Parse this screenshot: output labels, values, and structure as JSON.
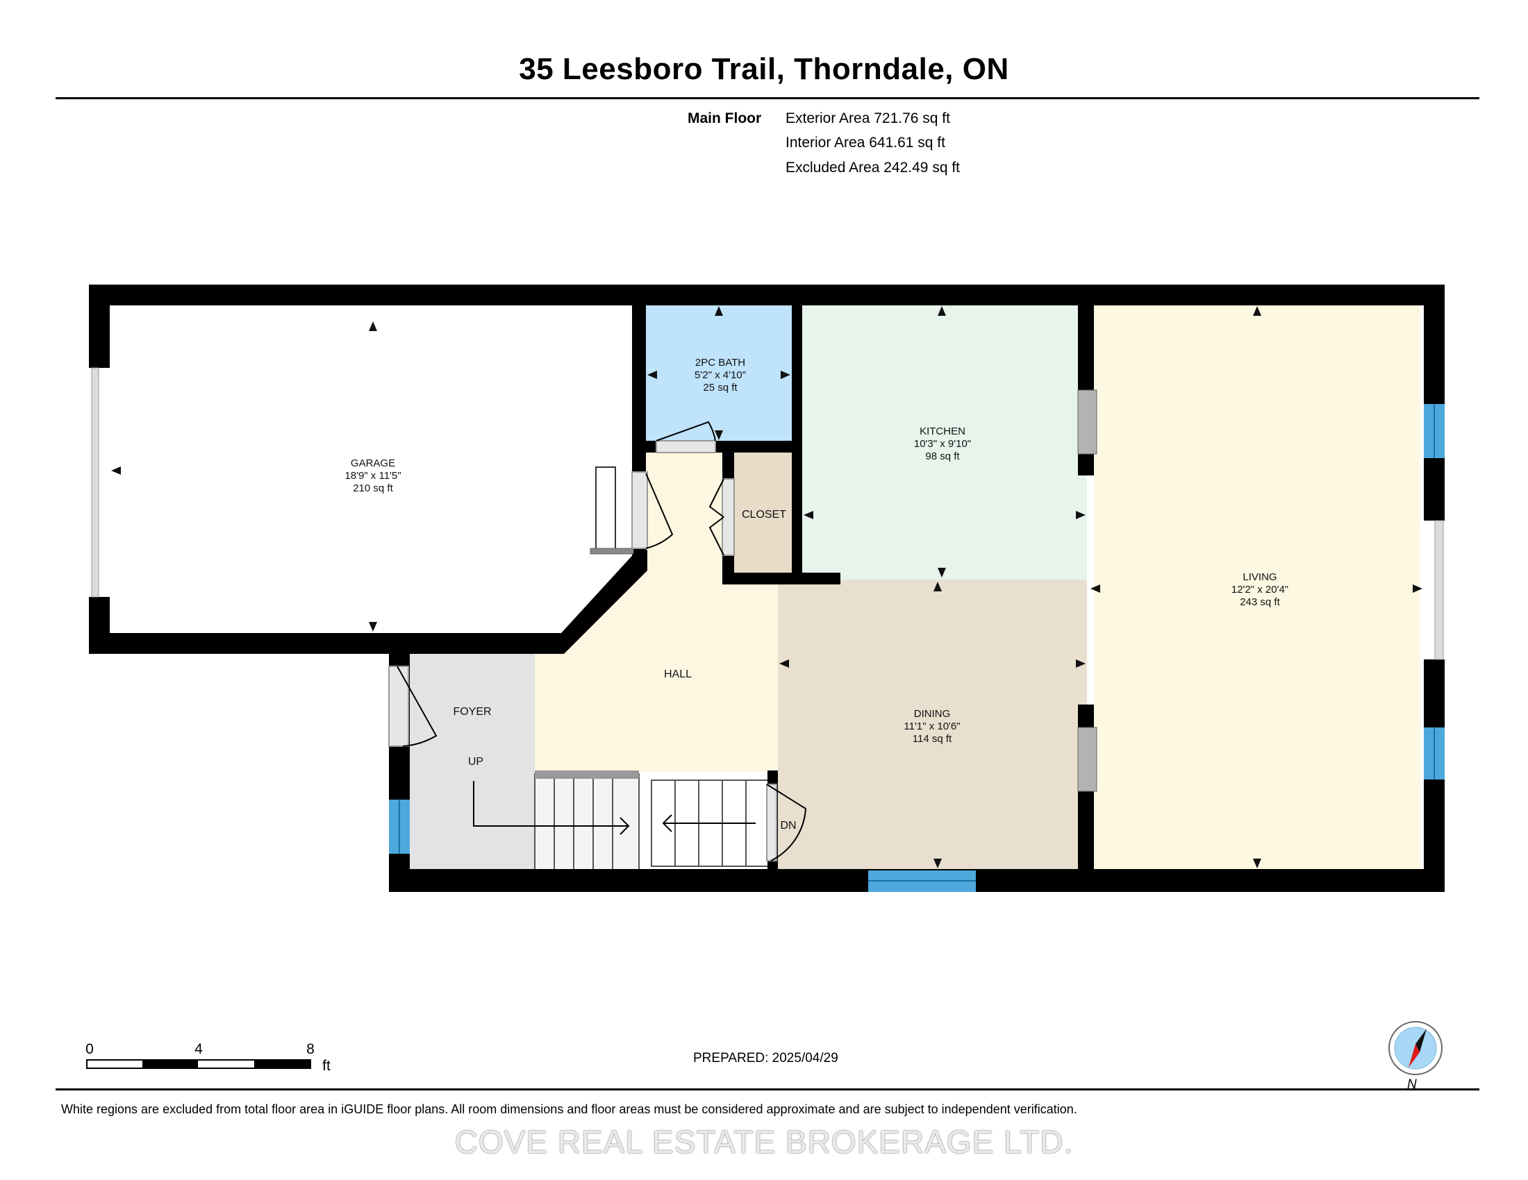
{
  "title": "35 Leesboro Trail, Thorndale, ON",
  "floor": {
    "name": "Main Floor",
    "exterior_area": "Exterior Area 721.76 sq ft",
    "interior_area": "Interior Area 641.61 sq ft",
    "excluded_area": "Excluded Area 242.49 sq ft"
  },
  "rooms": {
    "garage": {
      "name": "GARAGE",
      "dims": "18'9\" x 11'5\"",
      "area": "210 sq ft"
    },
    "bath": {
      "name": "2PC BATH",
      "dims": "5'2\" x 4'10\"",
      "area": "25 sq ft"
    },
    "kitchen": {
      "name": "KITCHEN",
      "dims": "10'3\" x 9'10\"",
      "area": "98 sq ft"
    },
    "closet": {
      "name": "CLOSET"
    },
    "living": {
      "name": "LIVING",
      "dims": "12'2\" x 20'4\"",
      "area": "243 sq ft"
    },
    "hall": {
      "name": "HALL"
    },
    "foyer": {
      "name": "FOYER"
    },
    "dining": {
      "name": "DINING",
      "dims": "11'1\" x 10'6\"",
      "area": "114 sq ft"
    },
    "stairs_up": "UP",
    "stairs_down": "DN"
  },
  "scale": {
    "ticks": [
      "0",
      "4",
      "8"
    ],
    "unit": "ft"
  },
  "prepared": "PREPARED: 2025/04/29",
  "compass_label": "N",
  "disclaimer": "White regions are excluded from total floor area in iGUIDE floor plans. All room dimensions and floor areas must be considered approximate and are subject to independent verification.",
  "watermark": "COVE REAL ESTATE BROKERAGE LTD.",
  "colors": {
    "wall": "#000000",
    "bath": "#bfe3fb",
    "kitchen": "#e6f4ec",
    "closet": "#e8dcc9",
    "living": "#fdf8e2",
    "hall": "#fdf6e1",
    "foyer": "#e3e3e3",
    "dining": "#e8dfcf",
    "window": "#4da8dc"
  }
}
